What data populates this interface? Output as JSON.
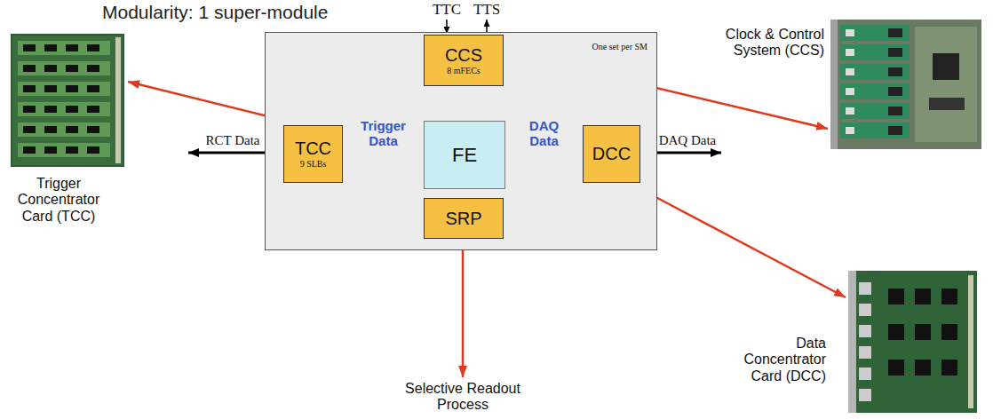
{
  "diagram": {
    "title": "Modularity: 1 super-module",
    "nodes": [
      {
        "text": [
          "One set per SM"
        ]
      },
      {
        "text": [
          "CCS",
          "8 mFECs"
        ],
        "in": 0
      },
      {
        "text": [
          "TCC",
          "9 SLBs"
        ],
        "in": 0
      },
      {
        "text": [
          "FE"
        ],
        "in": 0
      },
      {
        "text": [
          "DCC"
        ],
        "in": 0
      },
      {
        "text": [
          "SRP"
        ],
        "in": 0
      }
    ],
    "edges": [
      {
        "from": 1,
        "to": 2,
        "arrow": "both"
      },
      {
        "from": 1,
        "to": 4,
        "arrow": "both"
      },
      {
        "from": 1,
        "to": 3,
        "arrow": "both"
      },
      {
        "from": 3,
        "to": 2,
        "label": "Trigger Data",
        "arrow": "to"
      },
      {
        "from": 3,
        "to": 4,
        "label": "DAQ Data",
        "arrow": "to"
      },
      {
        "from": 2,
        "to": 5,
        "arrow": "to"
      },
      {
        "from": 5,
        "to": 4,
        "arrow": "to"
      }
    ],
    "labels": [
      "TTC",
      "TTS",
      "RCT Data",
      "DAQ Data",
      "Trigger Concentrator Card (TCC)",
      "Clock & Control System (CCS)",
      "Data Concentrator Card (DCC)",
      "Selective Readout Process"
    ]
  }
}
